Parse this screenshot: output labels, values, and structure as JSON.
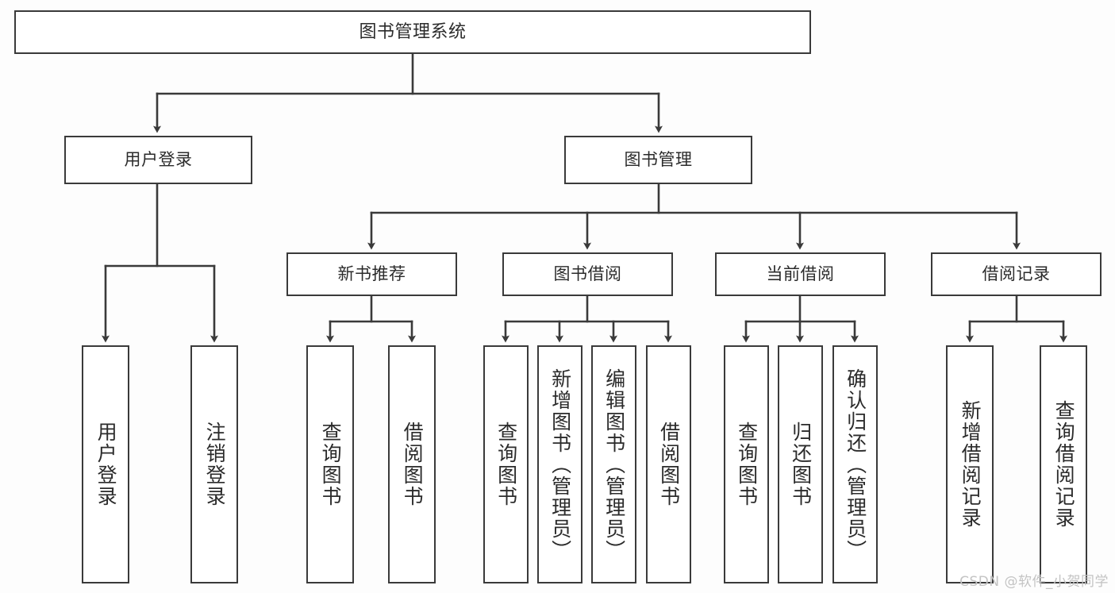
{
  "diagram": {
    "title": "图书管理系统",
    "type": "tree",
    "background_color": "#fdfdfd",
    "line_color": "#3a3a3a",
    "box_fill": "#ffffff",
    "text_color": "#2b2b2b"
  },
  "nodes": {
    "root": {
      "label": "图书管理系统"
    },
    "level2": [
      {
        "label": "用户登录"
      },
      {
        "label": "图书管理"
      }
    ],
    "level3": [
      {
        "label": "新书推荐"
      },
      {
        "label": "图书借阅"
      },
      {
        "label": "当前借阅"
      },
      {
        "label": "借阅记录"
      }
    ],
    "leaves": {
      "user_login": [
        {
          "label": "用户登录"
        },
        {
          "label": "注销登录"
        }
      ],
      "new_book": [
        {
          "label": "查询图书"
        },
        {
          "label": "借阅图书"
        }
      ],
      "borrow_book": [
        {
          "label": "查询图书"
        },
        {
          "label": "新增图书（管理员）"
        },
        {
          "label": "编辑图书（管理员）"
        },
        {
          "label": "借阅图书"
        }
      ],
      "current_borrow": [
        {
          "label": "查询图书"
        },
        {
          "label": "归还图书"
        },
        {
          "label": "确认归还（管理员）"
        }
      ],
      "borrow_record": [
        {
          "label": "新增借阅记录"
        },
        {
          "label": "查询借阅记录"
        }
      ]
    }
  },
  "watermark": {
    "text": "CSDN @软件_小贺同学",
    "color": "#c3c3c3"
  }
}
